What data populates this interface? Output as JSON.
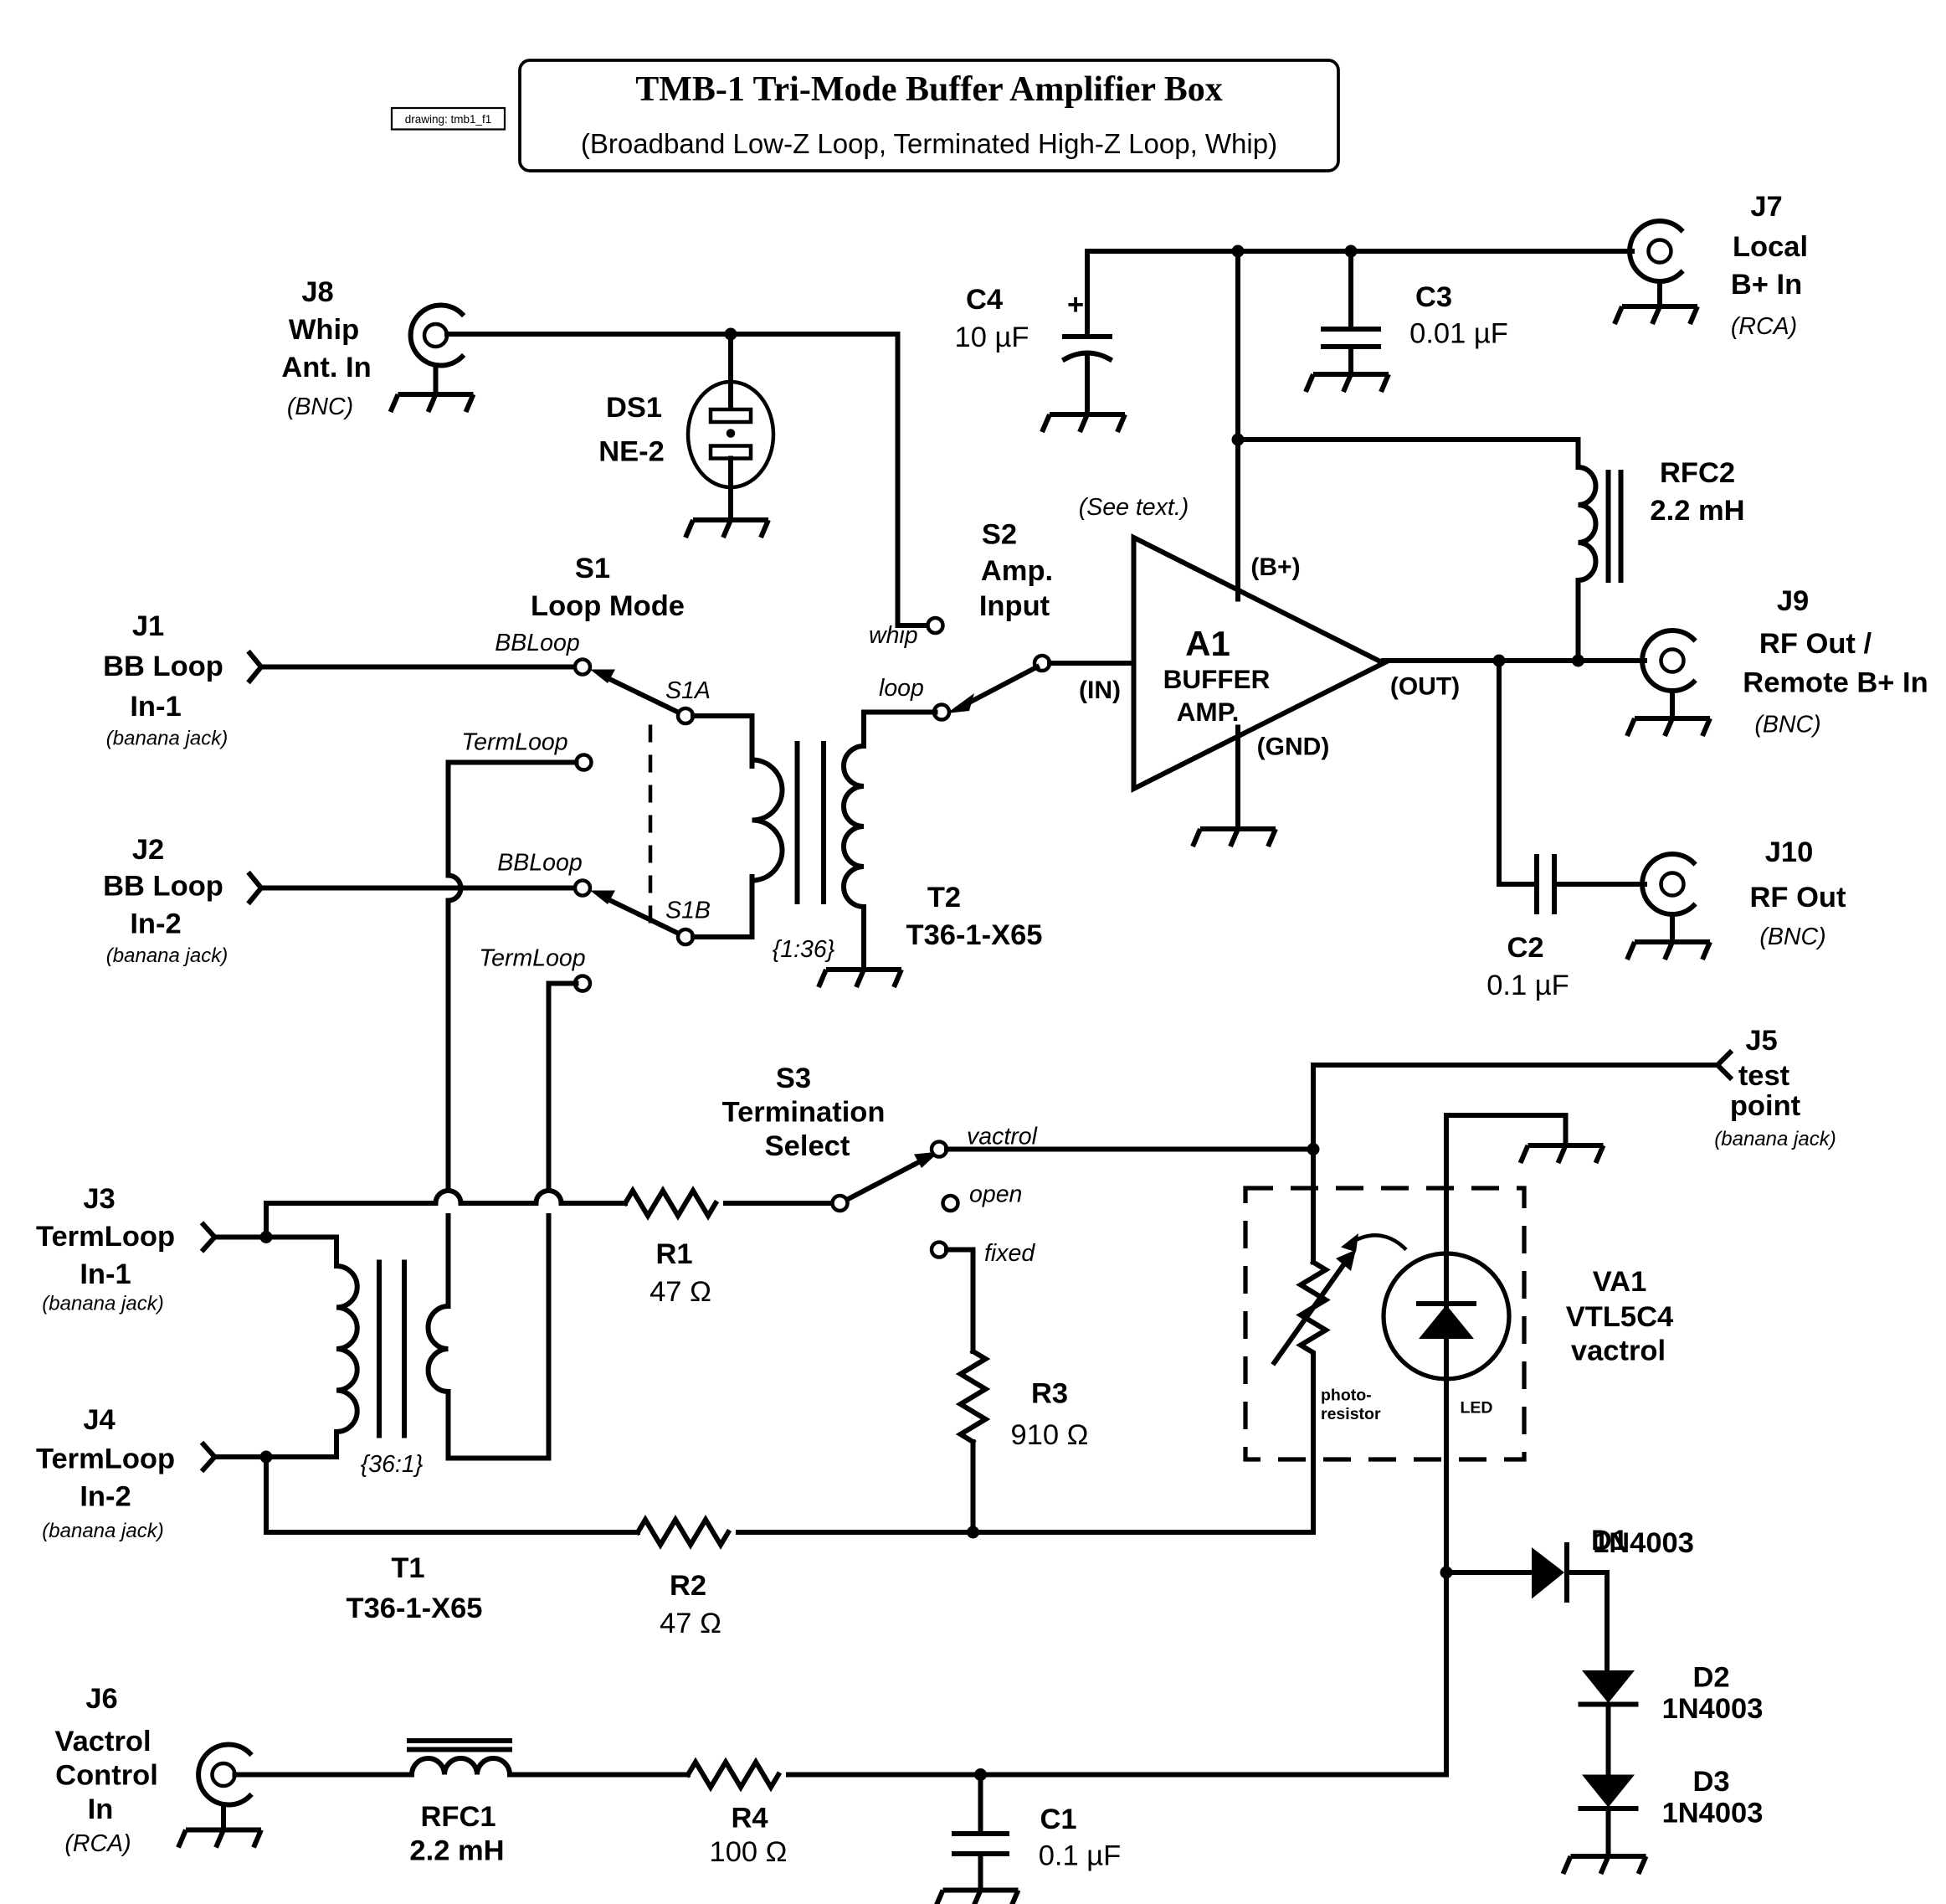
{
  "title": {
    "main": "TMB-1  Tri-Mode Buffer Amplifier Box",
    "subtitle": "(Broadband Low-Z Loop, Terminated High-Z Loop, Whip)",
    "drawing_tag": "drawing: tmb1_f1"
  },
  "connectors": {
    "J1": {
      "ref": "J1",
      "name1": "BB Loop",
      "name2": "In-1",
      "type": "(banana jack)"
    },
    "J2": {
      "ref": "J2",
      "name1": "BB Loop",
      "name2": "In-2",
      "type": "(banana jack)"
    },
    "J3": {
      "ref": "J3",
      "name1": "TermLoop",
      "name2": "In-1",
      "type": "(banana jack)"
    },
    "J4": {
      "ref": "J4",
      "name1": "TermLoop",
      "name2": "In-2",
      "type": "(banana jack)"
    },
    "J5": {
      "ref": "J5",
      "name1": "test",
      "name2": "point",
      "type": "(banana jack)"
    },
    "J6": {
      "ref": "J6",
      "name1": "Vactrol",
      "name2": "Control",
      "name3": "In",
      "type": "(RCA)"
    },
    "J7": {
      "ref": "J7",
      "name1": "Local",
      "name2": "B+ In",
      "type": "(RCA)"
    },
    "J8": {
      "ref": "J8",
      "name1": "Whip",
      "name2": "Ant. In",
      "type": "(BNC)"
    },
    "J9": {
      "ref": "J9",
      "name1": "RF Out /",
      "name2": "Remote B+ In",
      "type": "(BNC)"
    },
    "J10": {
      "ref": "J10",
      "name1": "RF Out",
      "type": "(BNC)"
    }
  },
  "components": {
    "A1": {
      "ref": "A1",
      "line1": "BUFFER",
      "line2": "AMP.",
      "note": "(See text.)",
      "pin_bplus": "(B+)",
      "pin_in": "(IN)",
      "pin_out": "(OUT)",
      "pin_gnd": "(GND)"
    },
    "C1": {
      "ref": "C1",
      "value": "0.1 µF"
    },
    "C2": {
      "ref": "C2",
      "value": "0.1 µF"
    },
    "C3": {
      "ref": "C3",
      "value": "0.01 µF"
    },
    "C4": {
      "ref": "C4",
      "value": "10 µF",
      "polarity": "+"
    },
    "R1": {
      "ref": "R1",
      "value": "47 Ω"
    },
    "R2": {
      "ref": "R2",
      "value": "47 Ω"
    },
    "R3": {
      "ref": "R3",
      "value": "910 Ω"
    },
    "R4": {
      "ref": "R4",
      "value": "100 Ω"
    },
    "RFC1": {
      "ref": "RFC1",
      "value": "2.2 mH"
    },
    "RFC2": {
      "ref": "RFC2",
      "value": "2.2 mH"
    },
    "DS1": {
      "ref": "DS1",
      "value": "NE-2"
    },
    "D1": {
      "ref": "D1",
      "value": "1N4003"
    },
    "D2": {
      "ref": "D2",
      "value": "1N4003"
    },
    "D3": {
      "ref": "D3",
      "value": "1N4003"
    },
    "T1": {
      "ref": "T1",
      "value": "T36-1-X65",
      "ratio": "{36:1}"
    },
    "T2": {
      "ref": "T2",
      "value": "T36-1-X65",
      "ratio": "{1:36}"
    },
    "VA1": {
      "ref": "VA1",
      "value": "VTL5C4",
      "kind": "vactrol",
      "photo1": "photo-",
      "photo2": "resistor",
      "led": "LED"
    }
  },
  "switches": {
    "S1": {
      "ref": "S1",
      "name": "Loop Mode",
      "pole_a": "S1A",
      "pole_b": "S1B",
      "pos_bb_a": "BBLoop",
      "pos_term_a": "TermLoop",
      "pos_bb_b": "BBLoop",
      "pos_term_b": "TermLoop"
    },
    "S2": {
      "ref": "S2",
      "name1": "Amp.",
      "name2": "Input",
      "pos_whip": "whip",
      "pos_loop": "loop"
    },
    "S3": {
      "ref": "S3",
      "name1": "Termination",
      "name2": "Select",
      "pos_vactrol": "vactrol",
      "pos_open": "open",
      "pos_fixed": "fixed"
    }
  }
}
